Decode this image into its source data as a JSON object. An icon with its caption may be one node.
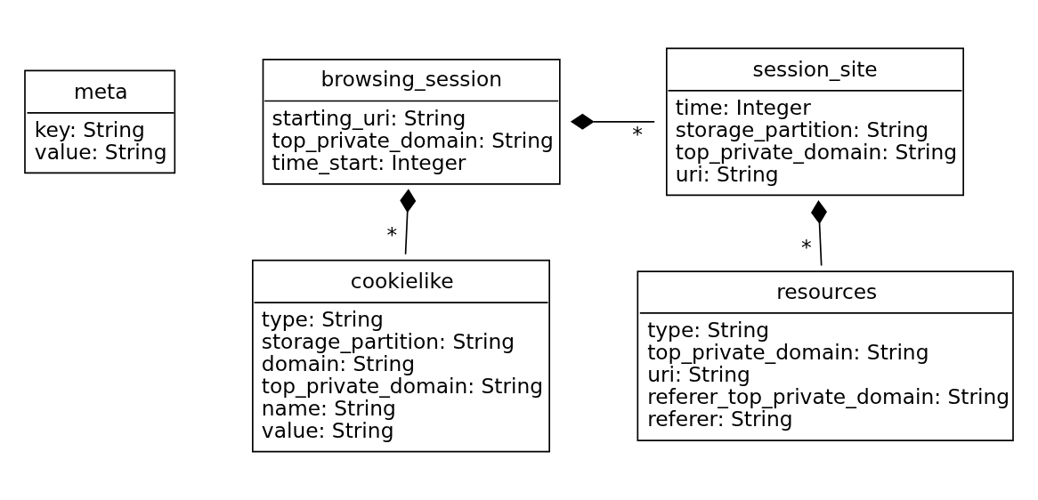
{
  "diagram": {
    "nodes": [
      {
        "text": [
          "meta",
          "key: String",
          "value: String"
        ]
      },
      {
        "text": [
          "browsing_session",
          "starting_uri: String",
          "top_private_domain: String",
          "time_start: Integer"
        ]
      },
      {
        "text": [
          "session_site",
          "time: Integer",
          "storage_partition: String",
          "top_private_domain: String",
          "uri: String"
        ]
      },
      {
        "text": [
          "cookielike",
          "type: String",
          "storage_partition: String",
          "domain: String",
          "top_private_domain: String",
          "name: String",
          "value: String"
        ]
      },
      {
        "text": [
          "resources",
          "type: String",
          "top_private_domain: String",
          "uri: String",
          "referer_top_private_domain: String",
          "referer: String"
        ]
      }
    ],
    "edges": [
      {
        "from": 1,
        "to": 2,
        "arrow": "other",
        "label": "*"
      },
      {
        "from": 1,
        "to": 3,
        "arrow": "other",
        "label": "*"
      },
      {
        "from": 2,
        "to": 4,
        "arrow": "other",
        "label": "*"
      }
    ]
  }
}
